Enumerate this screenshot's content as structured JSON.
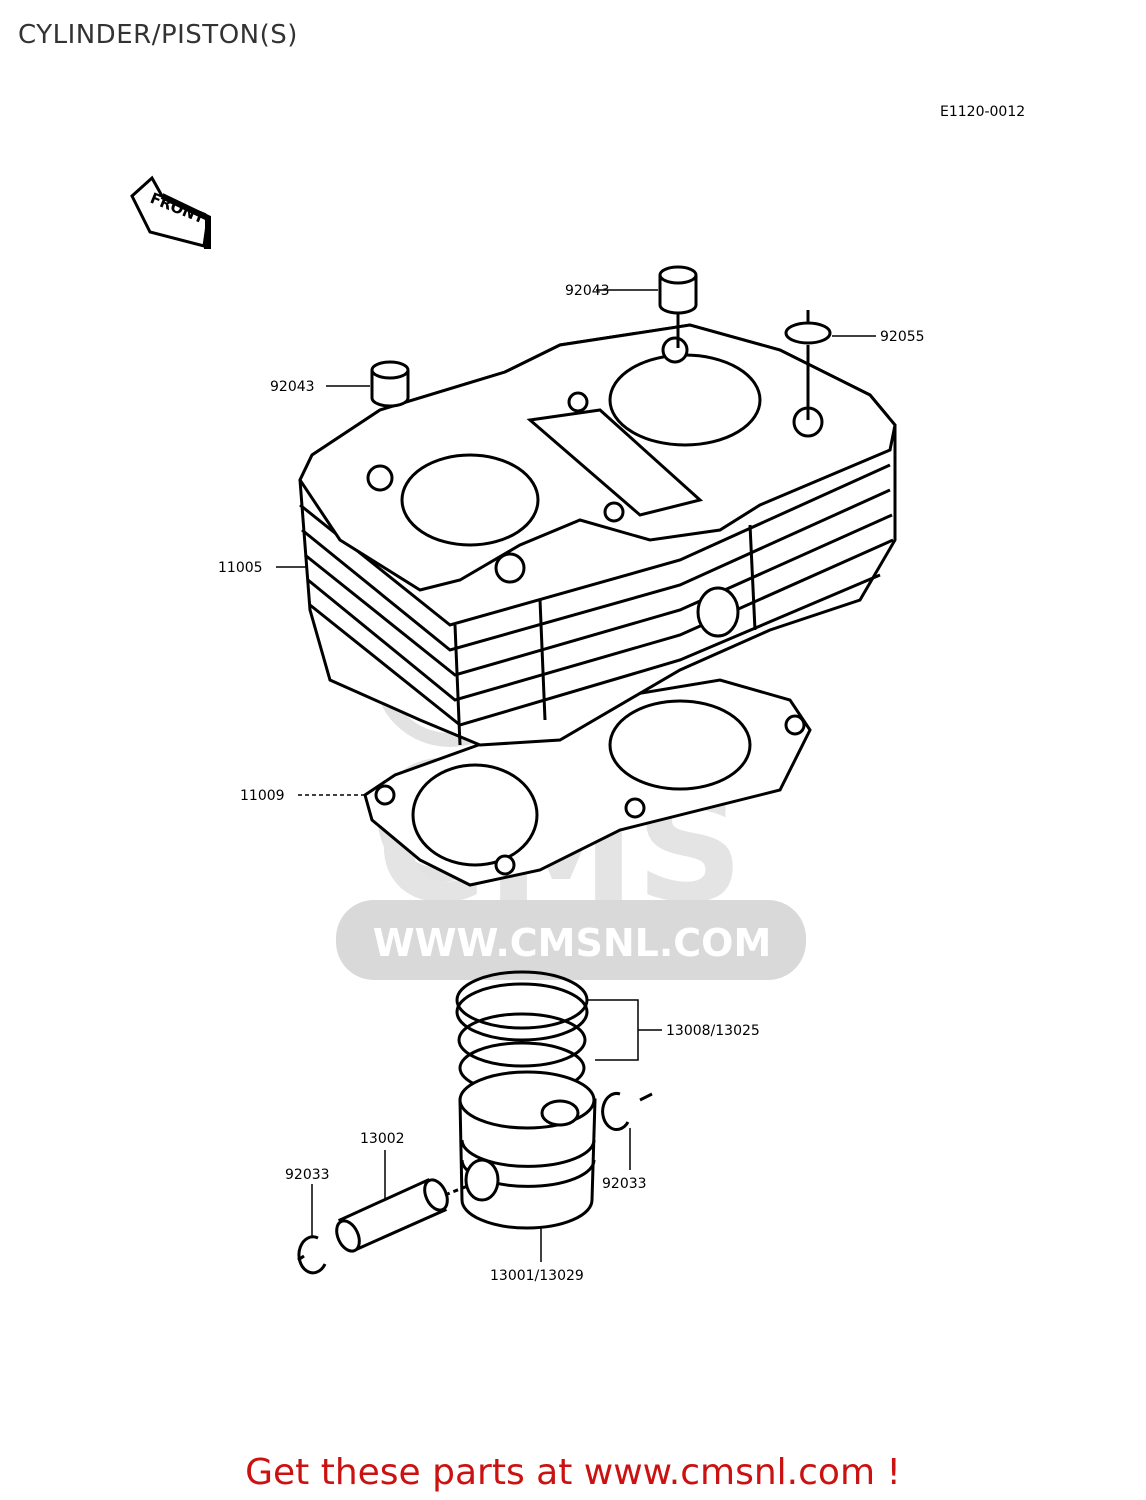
{
  "title": "CYLINDER/PISTON(S)",
  "diagram_code": "E1120-0012",
  "front_label": "FRONT",
  "watermark": {
    "logo": "CMS",
    "url": "WWW.CMSNL.COM"
  },
  "callouts": {
    "dowel_pin_top": "92043",
    "dowel_pin_left": "92043",
    "o_ring": "92055",
    "cylinder": "11005",
    "base_gasket": "11009",
    "ring_set": "13008/13025",
    "piston_pin": "13002",
    "snap_ring_left": "92033",
    "snap_ring_right": "92033",
    "piston": "13001/13029"
  },
  "cta": "Get these parts at www.cmsnl.com !",
  "colors": {
    "cta": "#cc1111",
    "line": "#000000",
    "watermark": "#dddddd"
  }
}
